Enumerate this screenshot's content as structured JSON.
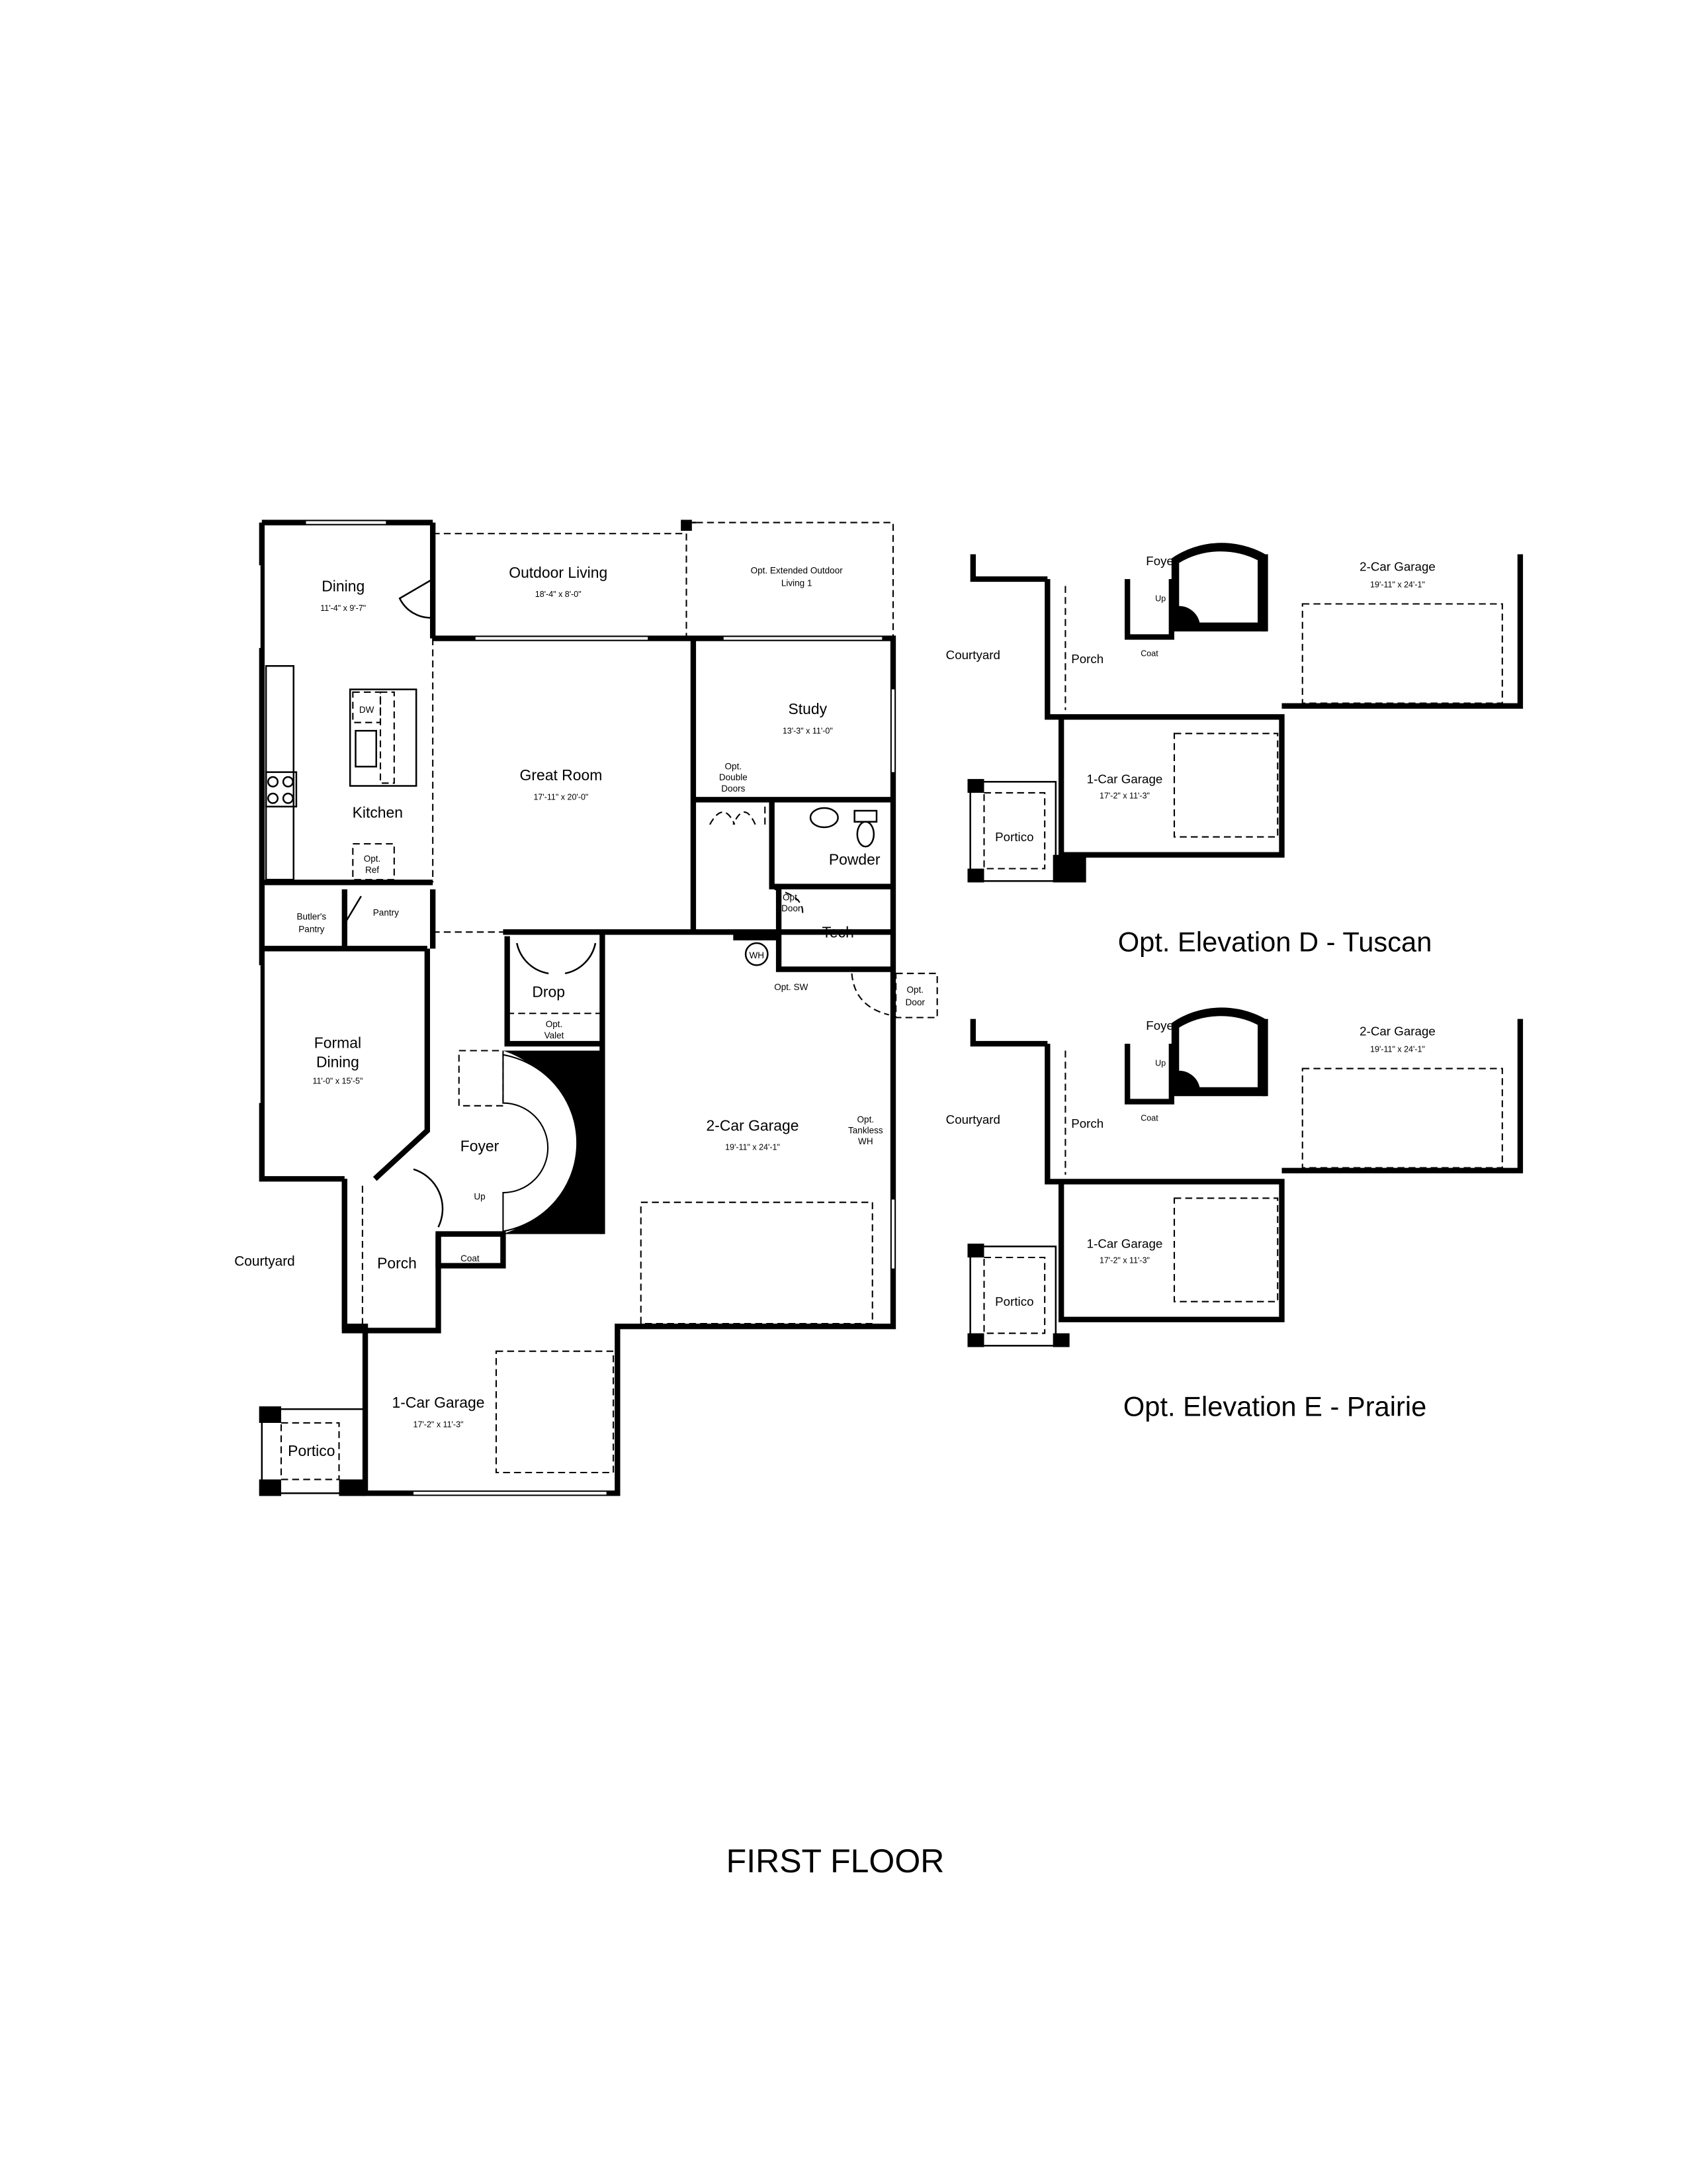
{
  "sheet_title": "FIRST FLOOR",
  "main_plan": {
    "rooms": {
      "dining": {
        "name": "Dining",
        "dim": "11'-4\" x 9'-7\""
      },
      "outdoor_living": {
        "name": "Outdoor Living",
        "dim": "18'-4\" x 8'-0\""
      },
      "ext_outdoor": {
        "line1": "Opt. Extended Outdoor",
        "line2": "Living 1"
      },
      "great_room": {
        "name": "Great Room",
        "dim": "17'-11\" x 20'-0\""
      },
      "study": {
        "name": "Study",
        "dim": "13'-3\" x 11'-0\""
      },
      "kitchen": {
        "name": "Kitchen"
      },
      "powder": {
        "name": "Powder"
      },
      "tech": {
        "name": "Tech"
      },
      "butlers_pantry": {
        "line1": "Butler's",
        "line2": "Pantry"
      },
      "pantry": {
        "name": "Pantry"
      },
      "formal_dining": {
        "line1": "Formal",
        "line2": "Dining",
        "dim": "11'-0\" x 15'-5\""
      },
      "drop": {
        "name": "Drop"
      },
      "foyer": {
        "name": "Foyer"
      },
      "garage2": {
        "name": "2-Car Garage",
        "dim": "19'-11\" x 24'-1\""
      },
      "porch": {
        "name": "Porch"
      },
      "courtyard": {
        "name": "Courtyard"
      },
      "garage1": {
        "name": "1-Car Garage",
        "dim": "17'-2\" x 11'-3\""
      },
      "portico": {
        "name": "Portico"
      }
    },
    "notes": {
      "dw": "DW",
      "opt_ref": {
        "line1": "Opt.",
        "line2": "Ref"
      },
      "opt_double_doors": {
        "line1": "Opt.",
        "line2": "Double",
        "line3": "Doors"
      },
      "opt_door_tech": {
        "line1": "Opt.",
        "line2": "Door"
      },
      "wh": "WH",
      "opt_sw": "Opt. SW",
      "opt_door_garage": {
        "line1": "Opt.",
        "line2": "Door"
      },
      "opt_valet": {
        "line1": "Opt.",
        "line2": "Valet"
      },
      "opt_tankless": {
        "line1": "Opt.",
        "line2": "Tankless",
        "line3": "WH"
      },
      "up": "Up",
      "coat": "Coat"
    }
  },
  "elevations": [
    {
      "title": "Opt. Elevation D - Tuscan",
      "foyer": "Foyer",
      "garage2": "2-Car Garage",
      "garage2_dim": "19'-11\" x 24'-1\"",
      "courtyard": "Courtyard",
      "porch": "Porch",
      "coat": "Coat",
      "up": "Up",
      "garage1": "1-Car Garage",
      "garage1_dim": "17'-2\" x 11'-3\"",
      "portico": "Portico"
    },
    {
      "title": "Opt. Elevation E - Prairie",
      "foyer": "Foyer",
      "garage2": "2-Car Garage",
      "garage2_dim": "19'-11\" x 24'-1\"",
      "courtyard": "Courtyard",
      "porch": "Porch",
      "coat": "Coat",
      "up": "Up",
      "garage1": "1-Car Garage",
      "garage1_dim": "17'-2\" x 11'-3\"",
      "portico": "Portico"
    }
  ]
}
